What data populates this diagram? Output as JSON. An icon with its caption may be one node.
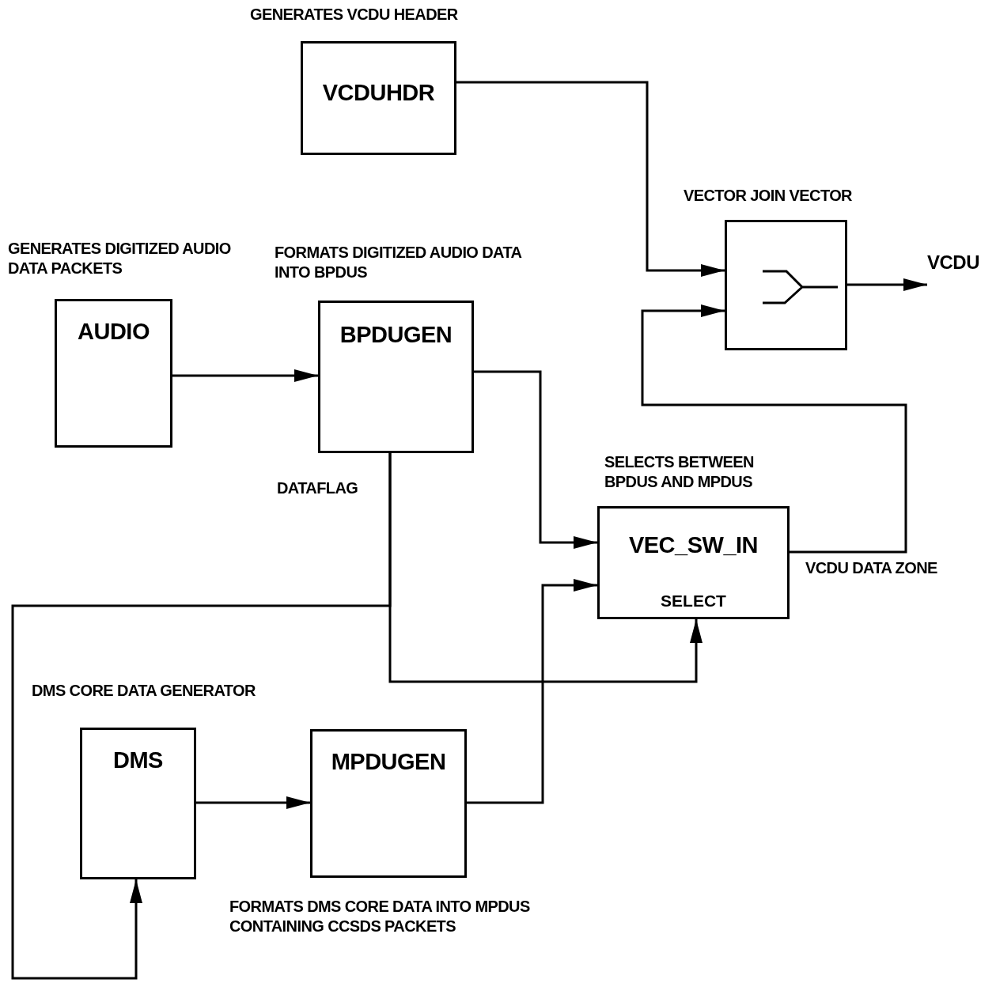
{
  "diagram": {
    "nodes": [
      {
        "text": [
          "VCDUHDR"
        ],
        "beside": [
          "GENERATES VCDU HEADER"
        ]
      },
      {
        "text": [
          "AUDIO"
        ],
        "beside": [
          "GENERATES DIGITIZED AUDIO DATA PACKETS"
        ]
      },
      {
        "text": [
          "BPDUGEN"
        ],
        "beside": [
          "FORMATS DIGITIZED AUDIO DATA INTO BPDUS"
        ]
      },
      {
        "text": [],
        "shape": "box",
        "beside": [
          "VECTOR JOIN VECTOR"
        ]
      },
      {
        "text": [
          "VEC_SW_IN",
          "SELECT"
        ],
        "beside": [
          "SELECTS BETWEEN BPDUS AND MPDUS"
        ]
      },
      {
        "text": [
          "DMS"
        ],
        "beside": [
          "DMS CORE DATA GENERATOR"
        ]
      },
      {
        "text": [
          "MPDUGEN"
        ],
        "beside": [
          "FORMATS DMS CORE DATA INTO MPDUS CONTAINING CCSDS PACKETS"
        ]
      },
      {
        "text": [
          "VCDU"
        ]
      }
    ],
    "edges": [
      {
        "from": 0,
        "to": 3,
        "arrow": "to"
      },
      {
        "from": 4,
        "to": 3,
        "arrow": "to",
        "label": "VCDU DATA ZONE"
      },
      {
        "from": 3,
        "to": 7,
        "arrow": "to"
      },
      {
        "from": 1,
        "to": 2,
        "arrow": "to"
      },
      {
        "from": 2,
        "to": 4,
        "arrow": "to"
      },
      {
        "from": 6,
        "to": 4,
        "arrow": "to"
      },
      {
        "from": 2,
        "to": 4,
        "arrow": "to",
        "label": "DATAFLAG"
      },
      {
        "from": 2,
        "to": 5,
        "arrow": "to"
      },
      {
        "from": 5,
        "to": 6,
        "arrow": "to"
      }
    ]
  }
}
